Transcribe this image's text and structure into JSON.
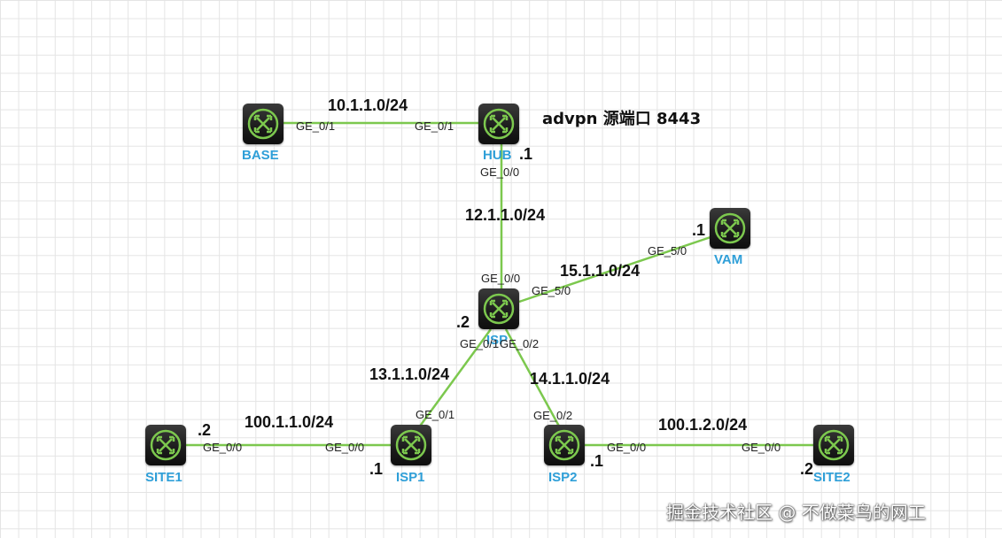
{
  "nodes": {
    "base": {
      "name": "BASE"
    },
    "hub": {
      "name": "HUB"
    },
    "isp": {
      "name": "ISP"
    },
    "vam": {
      "name": "VAM"
    },
    "isp1": {
      "name": "ISP1"
    },
    "isp2": {
      "name": "ISP2"
    },
    "site1": {
      "name": "SITE1"
    },
    "site2": {
      "name": "SITE2"
    }
  },
  "subnets": {
    "base_hub": "10.1.1.0/24",
    "hub_isp": "12.1.1.0/24",
    "isp_vam": "15.1.1.0/24",
    "isp_isp1": "13.1.1.0/24",
    "isp_isp2": "14.1.1.0/24",
    "site1_isp1": "100.1.1.0/24",
    "isp2_site2": "100.1.2.0/24"
  },
  "ports": {
    "base_ge01": "GE_0/1",
    "hub_ge01": "GE_0/1",
    "hub_ge00": "GE_0/0",
    "isp_ge00": "GE_0/0",
    "isp_ge50": "GE_5/0",
    "vam_ge50": "GE_5/0",
    "isp_ge01": "GE_0/1",
    "isp_ge02": "GE_0/2",
    "isp1_ge01": "GE_0/1",
    "isp2_ge02": "GE_0/2",
    "site1_ge00": "GE_0/0",
    "isp1_ge00": "GE_0/0",
    "isp2_ge00": "GE_0/0",
    "site2_ge00": "GE_0/0"
  },
  "hosts": {
    "hub": ".1",
    "vam": ".1",
    "isp": ".2",
    "site1": ".2",
    "isp1": ".1",
    "isp2": ".1",
    "site2": ".2"
  },
  "note": "advpn 源端口 8443",
  "watermark": "掘金技术社区 @ 不做菜鸟的网工",
  "colors": {
    "link": "#7cc84e",
    "node_label": "#2f9fd8",
    "router_body": "#1b1b1b",
    "router_icon": "#7cc84e"
  }
}
